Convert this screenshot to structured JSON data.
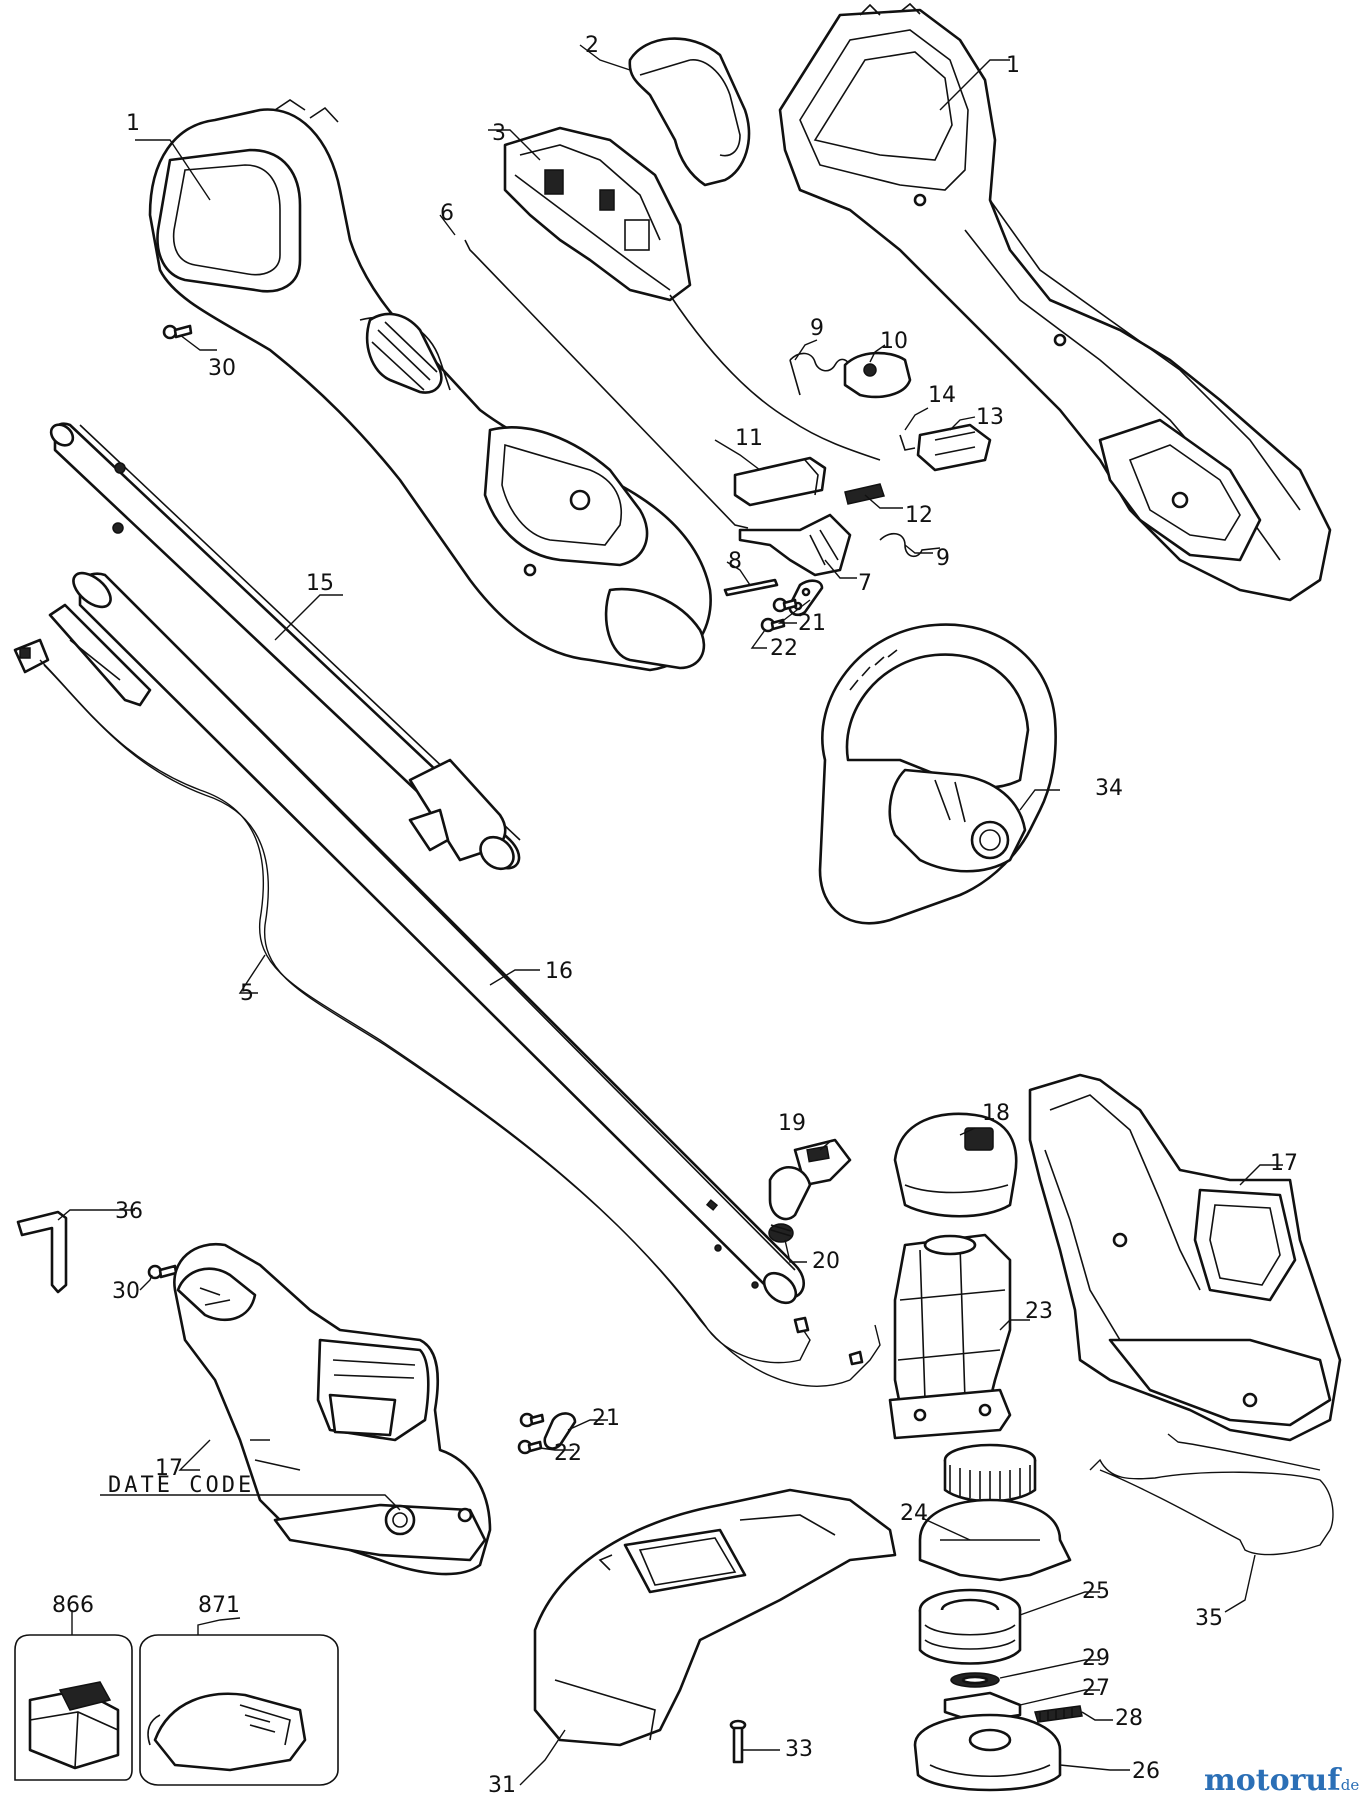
{
  "callouts": {
    "c1a": "1",
    "c1b": "1",
    "c2": "2",
    "c3": "3",
    "c5": "5",
    "c6": "6",
    "c7": "7",
    "c8": "8",
    "c9a": "9",
    "c9b": "9",
    "c10": "10",
    "c11": "11",
    "c12": "12",
    "c13": "13",
    "c14": "14",
    "c15": "15",
    "c16": "16",
    "c17a": "17",
    "c17b": "17",
    "c18": "18",
    "c19": "19",
    "c20": "20",
    "c21a": "21",
    "c21b": "21",
    "c22a": "22",
    "c22b": "22",
    "c23": "23",
    "c24": "24",
    "c25": "25",
    "c26": "26",
    "c27": "27",
    "c28": "28",
    "c29": "29",
    "c30a": "30",
    "c30b": "30",
    "c31": "31",
    "c33": "33",
    "c34": "34",
    "c35": "35",
    "c36": "36",
    "c866": "866",
    "c871": "871"
  },
  "date_code": "DATE CODE",
  "watermark": {
    "brand": "motoruf",
    "suffix": ".de"
  }
}
